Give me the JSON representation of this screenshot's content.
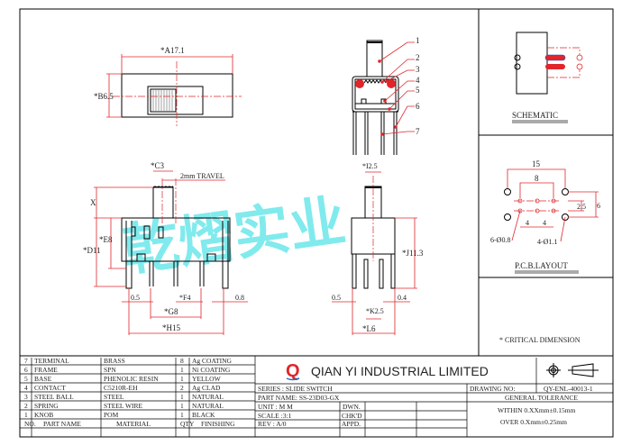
{
  "watermark": "乾熠实业",
  "top_view": {
    "dim_a": "*A17.1",
    "dim_b": "*B6.5"
  },
  "callouts": [
    "1",
    "2",
    "3",
    "4",
    "5",
    "6",
    "7"
  ],
  "schematic": {
    "title": "SCHEMATIC"
  },
  "front_view": {
    "dim_c": "*C3",
    "travel": "2mm TRAVEL",
    "dim_x": "X",
    "dim_d": "*D11",
    "dim_e": "*E8",
    "dim_05": "0.5",
    "dim_f": "*F4",
    "dim_08": "0.8",
    "dim_g": "*G8",
    "dim_h": "*H15"
  },
  "side_view": {
    "dim_i": "*I2.5",
    "dim_j": "*J11.3",
    "dim_05": "0.5",
    "dim_04": "0.4",
    "dim_k": "*K2.5",
    "dim_l": "*L6"
  },
  "pcb": {
    "title": "P.C.B.LAYOUT",
    "d15": "15",
    "d8": "8",
    "d25": "2.5",
    "d6": "6",
    "d4a": "4",
    "d4b": "4",
    "small_holes": "6-Ø0.8",
    "big_holes": "4-Ø1.1"
  },
  "critical": "* CRITICAL DIMENSION",
  "bom": {
    "rows": [
      [
        "7",
        "TERMINAL",
        "BRASS",
        "8",
        "Ag COATING"
      ],
      [
        "6",
        "FRAME",
        "SPN",
        "1",
        "Ni COATING"
      ],
      [
        "5",
        "BASE",
        "PHENOLIC RESIN",
        "1",
        "YELLOW"
      ],
      [
        "4",
        "CONTACT",
        "C5210R-EH",
        "2",
        "Ag CLAD"
      ],
      [
        "3",
        "STEEL BALL",
        "STEEL",
        "1",
        "NATURAL"
      ],
      [
        "2",
        "SPRING",
        "STEEL WIRE",
        "1",
        "NATURAL"
      ],
      [
        "1",
        "KNOB",
        "POM",
        "1",
        "BLACK"
      ]
    ],
    "header": [
      "NO.",
      "PART NAME",
      "MATERIAL",
      "QTY",
      "FINISHING"
    ]
  },
  "title_block": {
    "company": "QIAN YI INDUSTRIAL LIMITED",
    "logo_letter": "Q",
    "series": "SERIES : SLIDE SWITCH",
    "part_name": "PART NAME: SS-23D03-GX",
    "unit": "UNIT  : M M",
    "scale": "SCALE :3:1",
    "rev": "REV   : A/0",
    "dwn": "DWN.",
    "chkd": "CHK'D",
    "appd": "APPD.",
    "drawing_no_label": "DRAWING NO:",
    "drawing_no": "QY-ENL-40013-1",
    "general_tolerance": "GENERAL TOLERANCE",
    "within": "WITHIN 0.XXmm±0.15mm",
    "over": "OVER  0.Xmm±0.25mm"
  }
}
